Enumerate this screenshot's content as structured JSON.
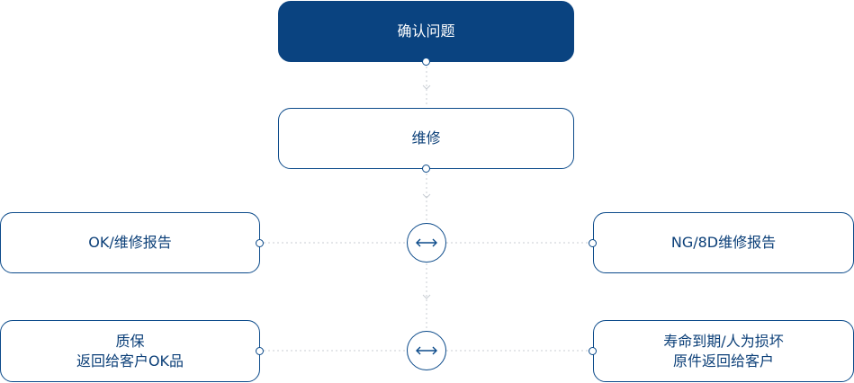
{
  "nodes": {
    "confirm": "确认问题",
    "repair": "维修",
    "ok_report": "OK/维修报告",
    "ng_report": "NG/8D维修报告",
    "warranty_line1": "质保",
    "warranty_line2": "返回给客户OK品",
    "expired_line1": "寿命到期/人为损坏",
    "expired_line2": "原件返回给客户"
  },
  "icons": {
    "hub": "double-arrow-icon"
  },
  "colors": {
    "primary": "#0a4380",
    "border": "#0b4a8a",
    "connector": "#c8cdd3"
  }
}
